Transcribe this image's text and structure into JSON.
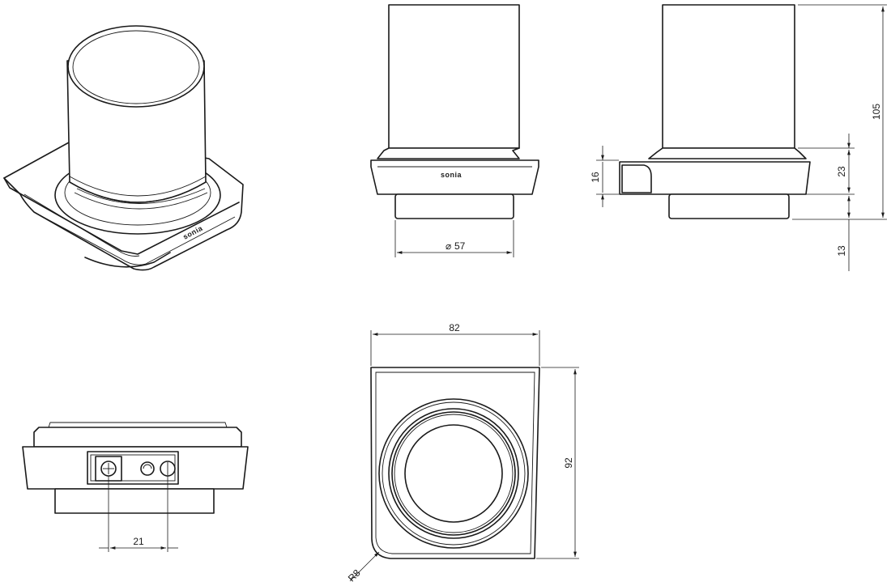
{
  "brand_mark": "sonia",
  "dimensions": {
    "diameter_symbol": "⌀",
    "diameter": "57",
    "height_total": "105",
    "base_height": "16",
    "base_offset": "23",
    "lower_part": "13",
    "width": "82",
    "depth": "92",
    "mount_spacing": "21",
    "corner_radius": "R8"
  }
}
